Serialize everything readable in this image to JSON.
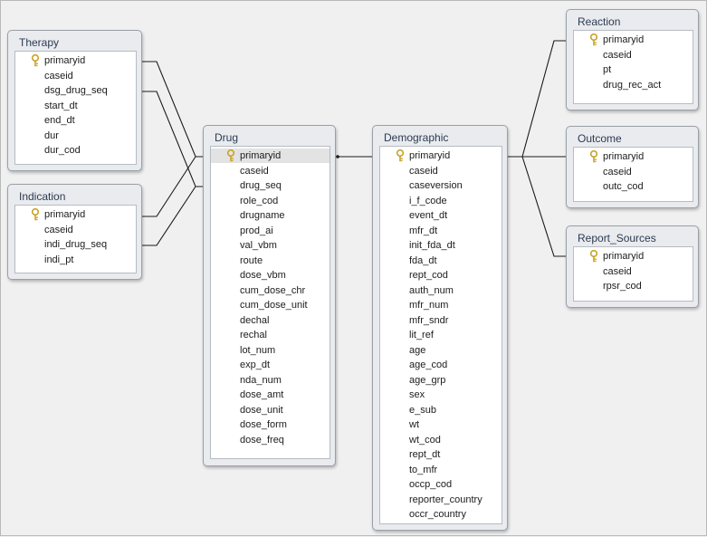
{
  "tables": {
    "therapy": {
      "title": "Therapy",
      "fields": [
        "primaryid",
        "caseid",
        "dsg_drug_seq",
        "start_dt",
        "end_dt",
        "dur",
        "dur_cod"
      ]
    },
    "indication": {
      "title": "Indication",
      "fields": [
        "primaryid",
        "caseid",
        "indi_drug_seq",
        "indi_pt"
      ]
    },
    "drug": {
      "title": "Drug",
      "fields": [
        "primaryid",
        "caseid",
        "drug_seq",
        "role_cod",
        "drugname",
        "prod_ai",
        "val_vbm",
        "route",
        "dose_vbm",
        "cum_dose_chr",
        "cum_dose_unit",
        "dechal",
        "rechal",
        "lot_num",
        "exp_dt",
        "nda_num",
        "dose_amt",
        "dose_unit",
        "dose_form",
        "dose_freq"
      ]
    },
    "demographic": {
      "title": "Demographic",
      "fields": [
        "primaryid",
        "caseid",
        "caseversion",
        "i_f_code",
        "event_dt",
        "mfr_dt",
        "init_fda_dt",
        "fda_dt",
        "rept_cod",
        "auth_num",
        "mfr_num",
        "mfr_sndr",
        "lit_ref",
        "age",
        "age_cod",
        "age_grp",
        "sex",
        "e_sub",
        "wt",
        "wt_cod",
        "rept_dt",
        "to_mfr",
        "occp_cod",
        "reporter_country",
        "occr_country"
      ]
    },
    "reaction": {
      "title": "Reaction",
      "fields": [
        "primaryid",
        "caseid",
        "pt",
        "drug_rec_act"
      ]
    },
    "outcome": {
      "title": "Outcome",
      "fields": [
        "primaryid",
        "caseid",
        "outc_cod"
      ]
    },
    "report_sources": {
      "title": "Report_Sources",
      "fields": [
        "primaryid",
        "caseid",
        "rpsr_cod"
      ]
    }
  },
  "colors": {
    "line": "#1a1a1a",
    "title": "#2c3b52",
    "key": "#c9a227"
  }
}
